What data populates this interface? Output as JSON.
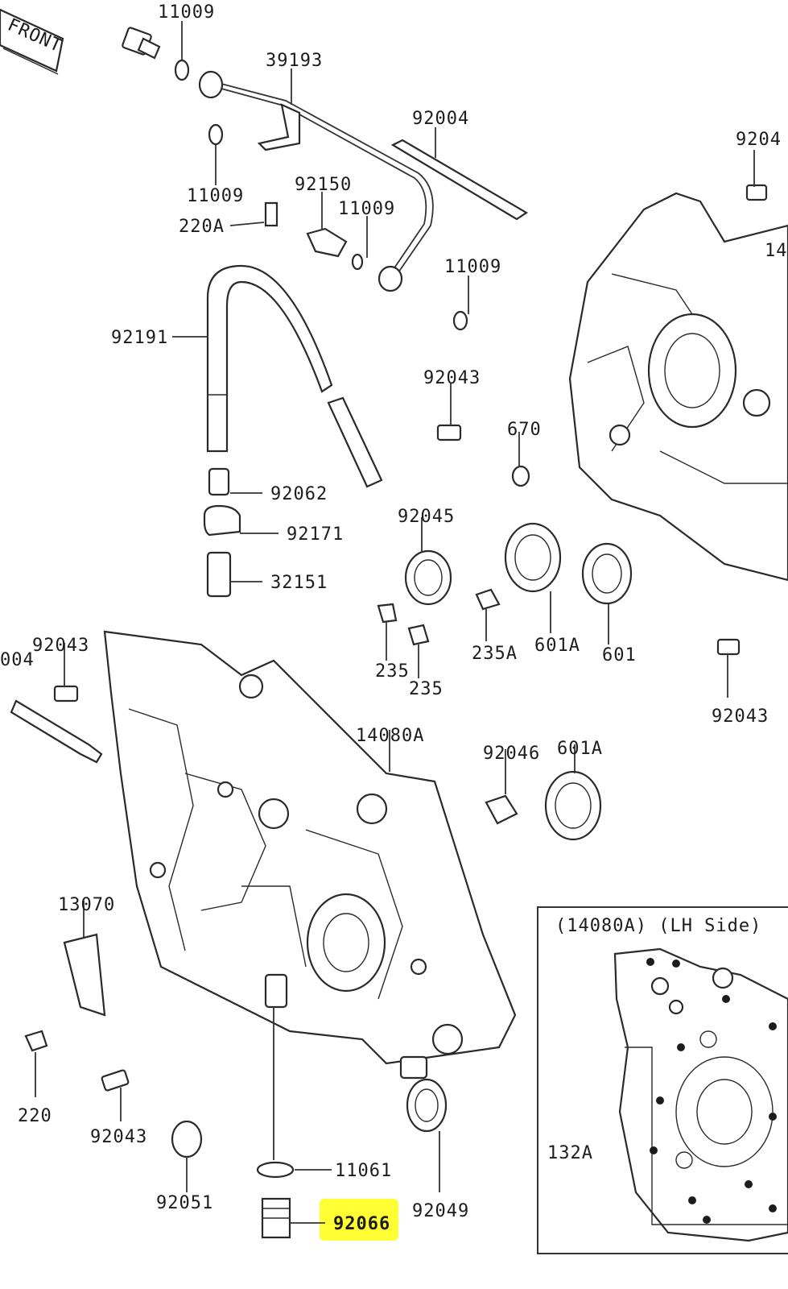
{
  "front_tag": "FRONT",
  "highlight_color": "#ffff33",
  "inset_title": "(14080A) (LH Side)",
  "labels": {
    "p11009_top": "11009",
    "p39193": "39193",
    "p92004_top": "92004",
    "p9204_right": "9204",
    "p14_right": "14",
    "p11009_b": "11009",
    "p220A": "220A",
    "p92150": "92150",
    "p11009_c": "11009",
    "p11009_d": "11009",
    "p92191": "92191",
    "p92043_a": "92043",
    "p670": "670",
    "p92062": "92062",
    "p92171": "92171",
    "p32151": "32151",
    "p92045": "92045",
    "p235_a": "235",
    "p235_b": "235",
    "p235A": "235A",
    "p601A_a": "601A",
    "p601": "601",
    "p004_left": "004",
    "p92043_b": "92043",
    "p92043_right": "92043",
    "p14080A": "14080A",
    "p92046": "92046",
    "p601A_b": "601A",
    "p13070": "13070",
    "p220": "220",
    "p92043_c": "92043",
    "p92051": "92051",
    "p11061": "11061",
    "p92066": "92066",
    "p92049": "92049",
    "p132A": "132A"
  }
}
